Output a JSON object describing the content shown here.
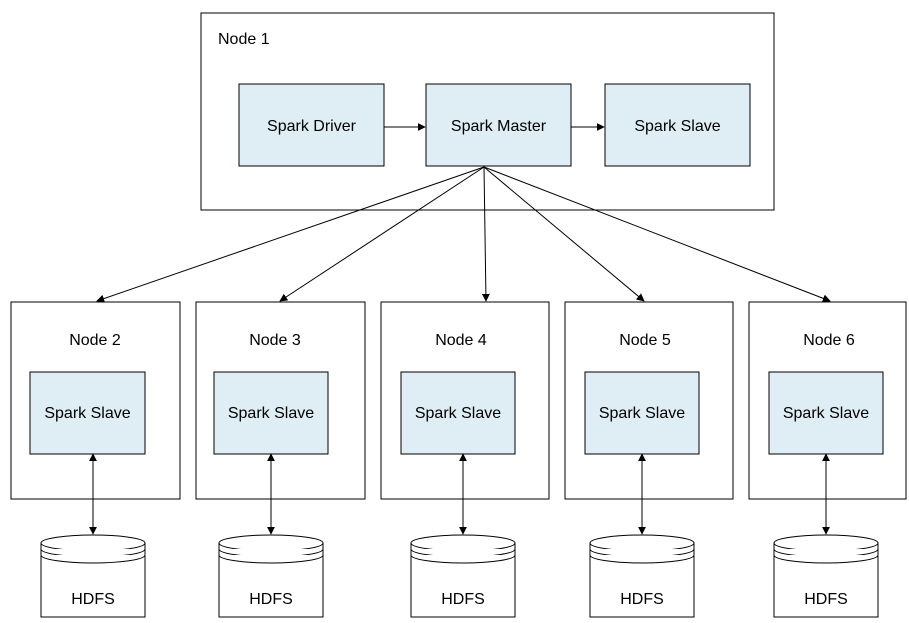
{
  "colors": {
    "component_fill": "#deeef4",
    "stroke": "#000000",
    "background": "#ffffff"
  },
  "master_node": {
    "title": "Node 1",
    "components": [
      {
        "id": "driver",
        "label": "Spark Driver"
      },
      {
        "id": "master",
        "label": "Spark Master"
      },
      {
        "id": "slave",
        "label": "Spark Slave"
      }
    ]
  },
  "worker_nodes": [
    {
      "title": "Node 2",
      "component": "Spark Slave",
      "storage": "HDFS"
    },
    {
      "title": "Node 3",
      "component": "Spark Slave",
      "storage": "HDFS"
    },
    {
      "title": "Node 4",
      "component": "Spark Slave",
      "storage": "HDFS"
    },
    {
      "title": "Node 5",
      "component": "Spark Slave",
      "storage": "HDFS"
    },
    {
      "title": "Node 6",
      "component": "Spark Slave",
      "storage": "HDFS"
    }
  ]
}
